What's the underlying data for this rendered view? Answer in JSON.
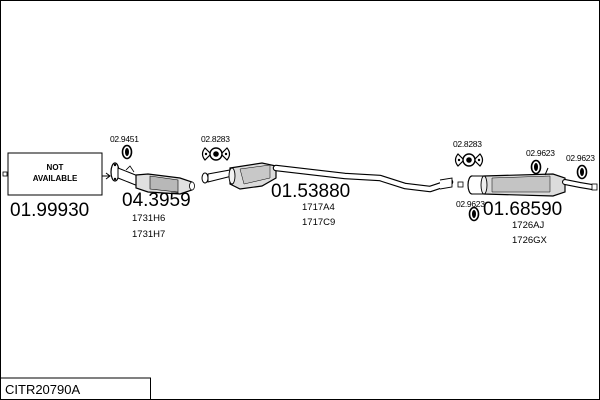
{
  "diagram": {
    "not_available_box": {
      "line1": "NOT",
      "line2": "AVAILABLE"
    },
    "parts": [
      {
        "number": "01.99930",
        "codes": []
      },
      {
        "number": "04.3959",
        "codes": [
          "1731H6",
          "1731H7"
        ]
      },
      {
        "number": "01.53880",
        "codes": [
          "1717A4",
          "1717C9"
        ]
      },
      {
        "number": "01.68590",
        "codes": [
          "1726AJ",
          "1726GX"
        ]
      }
    ],
    "accessories": [
      {
        "label": "02.9451"
      },
      {
        "label": "02.8283"
      },
      {
        "label": "02.8283"
      },
      {
        "label": "02.9623"
      },
      {
        "label": "02.9623"
      },
      {
        "label": "02.9623"
      }
    ],
    "reference_code": "CITR20790A"
  }
}
